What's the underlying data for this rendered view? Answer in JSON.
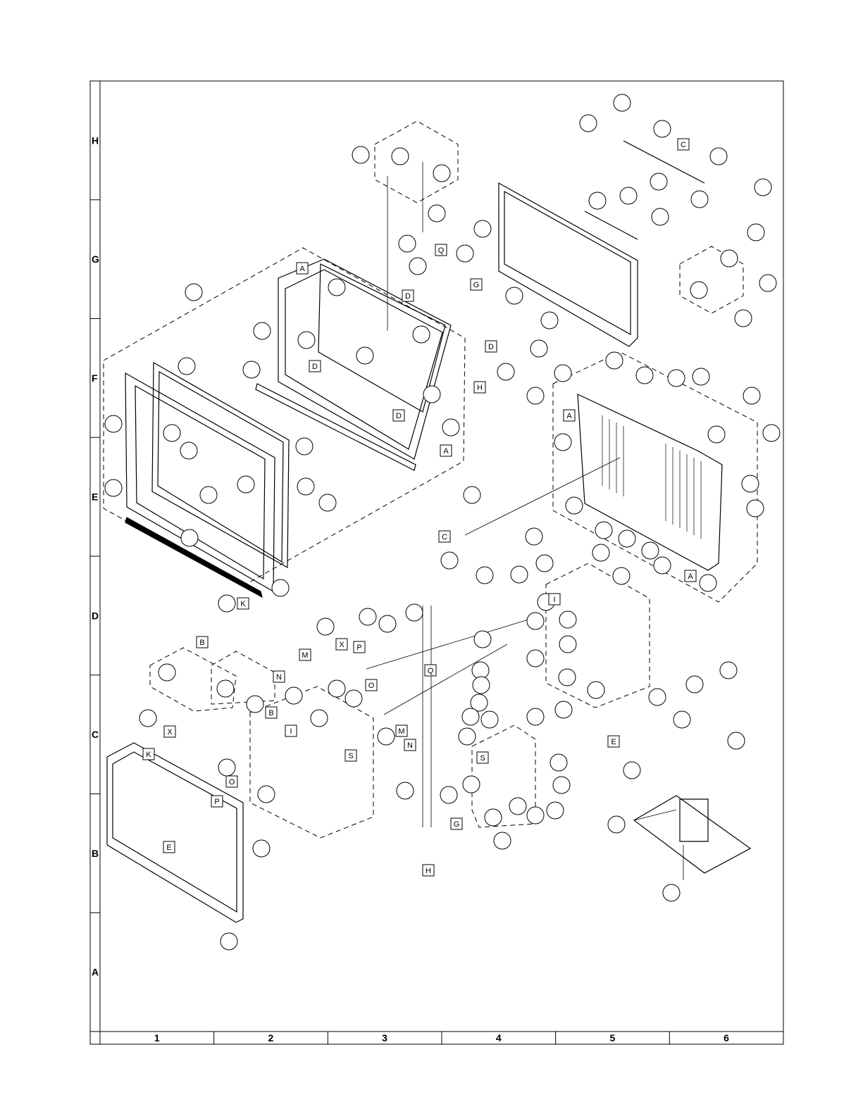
{
  "grid": {
    "rows": [
      "H",
      "G",
      "F",
      "E",
      "D",
      "C",
      "B",
      "A"
    ],
    "columns": [
      "1",
      "2",
      "3",
      "4",
      "5",
      "6"
    ]
  },
  "callouts": [
    "A",
    "A",
    "A",
    "A",
    "B",
    "B",
    "C",
    "C",
    "D",
    "D",
    "D",
    "D",
    "E",
    "E",
    "G",
    "G",
    "H",
    "H",
    "I",
    "I",
    "K",
    "K",
    "M",
    "M",
    "N",
    "N",
    "O",
    "O",
    "P",
    "P",
    "Q",
    "Q",
    "S",
    "S",
    "X",
    "X"
  ]
}
